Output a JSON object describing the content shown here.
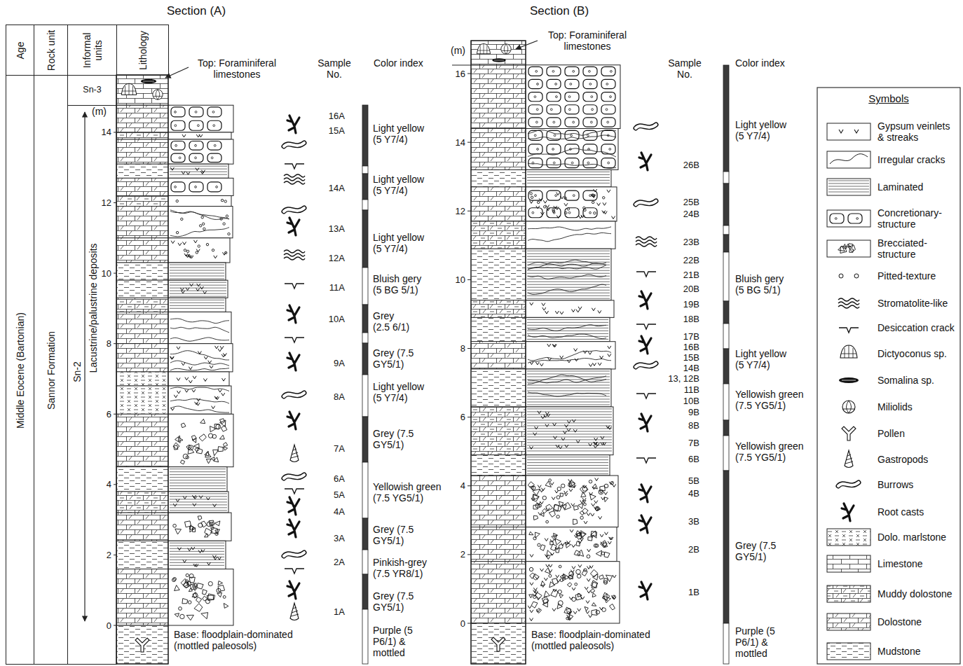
{
  "diagram": {
    "nodes": [
      {
        "text": [
          "Age"
        ]
      },
      {
        "text": [
          "Rock unit"
        ]
      },
      {
        "text": [
          "Informal units"
        ]
      },
      {
        "text": [
          "Lithology"
        ]
      },
      {
        "text": [
          "Middle Eocene (Bartonian)"
        ]
      },
      {
        "text": [
          "Sannor Formation"
        ]
      },
      {
        "text": [
          "Sn-3"
        ]
      },
      {
        "text": [
          "Sn-2"
        ]
      }
    ],
    "labels": [
      "Section (A)",
      "Section (B)",
      "Top: Foraminiferal limestones",
      "Sample No.",
      "Color index",
      "(m)",
      "14",
      "12",
      "10",
      "8",
      "6",
      "4",
      "2",
      "0",
      "Lacustrine/palustrine deposits",
      "Base: floodplain-dominated (mottled paleosols)",
      "16A",
      "15A",
      "14A",
      "13A",
      "12A",
      "11A",
      "10A",
      "9A",
      "8A",
      "7A",
      "6A",
      "5A",
      "4A",
      "3A",
      "2A",
      "1A",
      "Light yellow (5 Y7/4)",
      "Light yellow (5 Y7/4)",
      "Light yellow (5 Y7/4)",
      "Bluish gery (5 BG 5/1)",
      "Grey (2.5 6/1)",
      "Grey (7.5 GY5/1)",
      "Light yellow (5 Y7/4)",
      "Grey (7.5 GY5/1)",
      "Yellowish green (7.5 YG5/1)",
      "Grey (7.5 GY5/1)",
      "Pinkish-grey (7.5 YR8/1)",
      "Grey (7.5 GY5/1)",
      "Purple (5 P6/1) & mottled",
      "Top: Foraminiferal limestones",
      "(m)",
      "Sample No.",
      "Color index",
      "16",
      "14",
      "12",
      "10",
      "8",
      "6",
      "4",
      "2",
      "0",
      "Base: floodplain-dominated (mottled paleosols)",
      "26B",
      "25B",
      "24B",
      "23B",
      "22B",
      "21B",
      "20B",
      "19B",
      "18B",
      "17B",
      "16B",
      "15B",
      "14B",
      "13, 12B",
      "11B",
      "10B",
      "9B",
      "8B",
      "7B",
      "6B",
      "5B",
      "4B",
      "3B",
      "2B",
      "1B",
      "Light yellow (5 Y7/4)",
      "Bluish gery (5 BG 5/1)",
      "Light yellow (5 Y7/4)",
      "Yellowish green (7.5 YG5/1)",
      "Yellowish green (7.5 YG5/1)",
      "Grey (7.5 GY5/1)",
      "Purple (5 P6/1) & mottled",
      "Symbols"
    ],
    "legend": [
      {
        "text": "Gypsum veinlets & streaks"
      },
      {
        "text": "Irregular cracks"
      },
      {
        "text": "Laminated"
      },
      {
        "text": "Concretionary-structure"
      },
      {
        "text": "Brecciated-structure"
      },
      {
        "text": "Pitted-texture"
      },
      {
        "text": "Stromatolite-like"
      },
      {
        "text": "Desiccation crack"
      },
      {
        "text": "Dictyoconus sp."
      },
      {
        "text": "Somalina sp."
      },
      {
        "text": "Miliolids"
      },
      {
        "text": "Pollen"
      },
      {
        "text": "Gastropods"
      },
      {
        "text": "Burrows"
      },
      {
        "text": "Root casts"
      },
      {
        "text": "Dolo. marlstone"
      },
      {
        "text": "Limestone"
      },
      {
        "text": "Muddy dolostone"
      },
      {
        "text": "Dolostone"
      },
      {
        "text": "Mudstone"
      }
    ]
  }
}
